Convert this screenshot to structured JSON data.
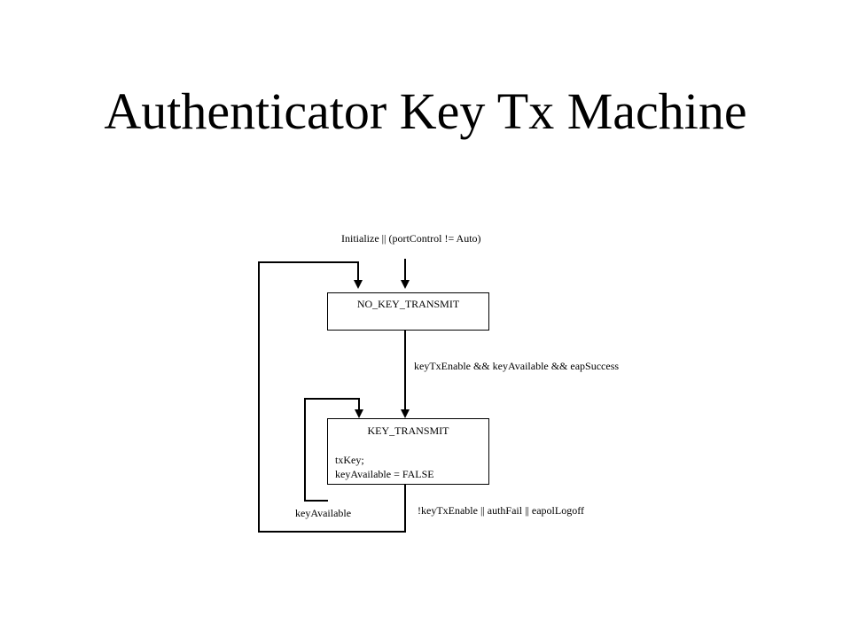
{
  "slide": {
    "title": "Authenticator Key Tx Machine"
  },
  "diagram": {
    "entry_condition": "Initialize || (portControl != Auto)",
    "states": {
      "no_key_transmit": {
        "name": "NO_KEY_TRANSMIT"
      },
      "key_transmit": {
        "name": "KEY_TRANSMIT",
        "actions": [
          "txKey;",
          "keyAvailable = FALSE"
        ]
      }
    },
    "transitions": {
      "to_key_transmit": "keyTxEnable && keyAvailable && eapSuccess",
      "self_loop": "keyAvailable",
      "back_to_no_key_transmit": "!keyTxEnable || authFail || eapolLogoff"
    }
  }
}
